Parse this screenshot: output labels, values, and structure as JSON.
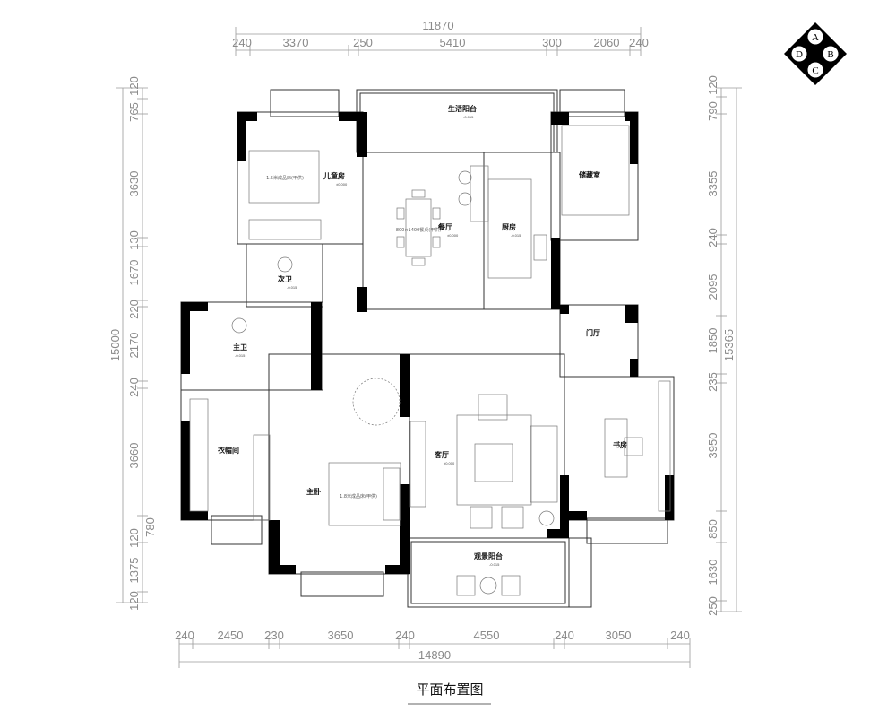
{
  "title": "平面布置图",
  "compass": {
    "labels": [
      "A",
      "B",
      "C",
      "D"
    ]
  },
  "dimensions": {
    "top_total": "11870",
    "top": [
      "240",
      "3370",
      "250",
      "5410",
      "300",
      "2060",
      "240"
    ],
    "bottom_total": "14890",
    "bottom": [
      "240",
      "2450",
      "230",
      "3650",
      "240",
      "4550",
      "240",
      "3050",
      "240"
    ],
    "left_total": "15000",
    "left": [
      "120",
      "765",
      "3630",
      "130",
      "1670",
      "220",
      "2170",
      "240",
      "3660",
      "780",
      "120",
      "1375",
      "120"
    ],
    "right_total": "15365",
    "right": [
      "120",
      "790",
      "3355",
      "240",
      "2095",
      "1850",
      "235",
      "3950",
      "850",
      "1630",
      "250"
    ]
  },
  "rooms": {
    "kids_room": "儿童房",
    "utility_balcony": "生活阳台",
    "dining": "餐厅",
    "kitchen": "厨房",
    "storage": "储藏室",
    "second_bath": "次卫",
    "master_bath": "主卫",
    "foyer": "门厅",
    "walk_in_closet": "衣帽间",
    "master_bedroom": "主卧",
    "living_room": "客厅",
    "study": "书房",
    "view_balcony": "观景阳台"
  },
  "elevations": {
    "floor": "±0.000",
    "wet": "-0.015"
  },
  "furniture": {
    "kids_bed": "1.5米成品床(甲供)",
    "master_bed": "1.8米成品床(甲供)",
    "dining_table": "800×1400餐桌(甲供)"
  }
}
